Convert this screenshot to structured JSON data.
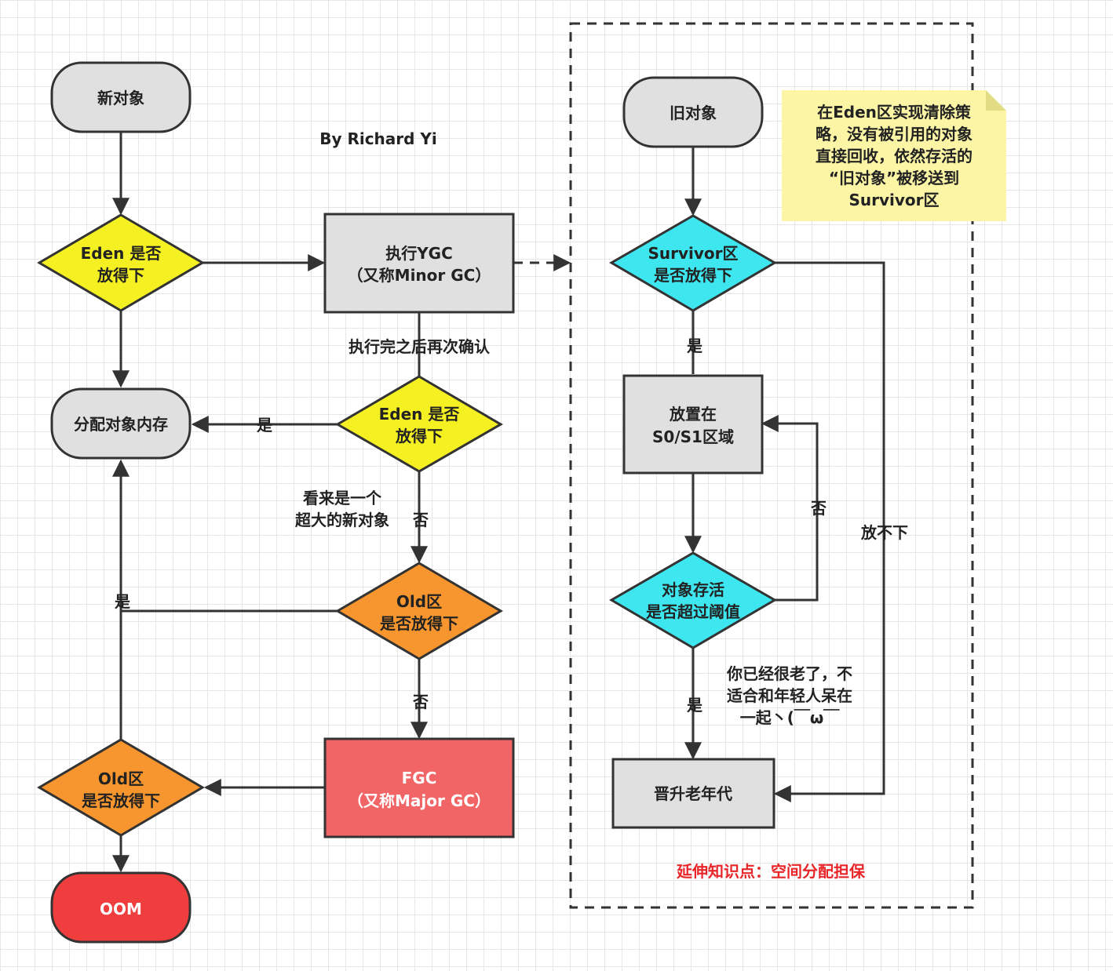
{
  "colors": {
    "terminal": "#e0e0e0",
    "process": "#e0e0e0",
    "diamond_eden": "#f5f021",
    "diamond_old": "#f7962e",
    "diamond_survivor": "#3ee6ef",
    "fgc": "#f26567",
    "oom": "#f03e3e",
    "note": "#fbf5a5",
    "note_fold": "#e2dc83",
    "accent_red": "#e8262a"
  },
  "author": "By Richard  Yi",
  "nodes": {
    "new_object": "新对象",
    "eden_check_1": [
      "Eden 是否",
      "放得下"
    ],
    "allocate_memory": "分配对象内存",
    "ygc": [
      "执行YGC",
      "（又称Minor GC）"
    ],
    "eden_check_2": [
      "Eden 是否",
      "放得下"
    ],
    "old_check_1": [
      "Old区",
      "是否放得下"
    ],
    "fgc": [
      "FGC",
      "（又称Major GC）"
    ],
    "old_check_2": [
      "Old区",
      "是否放得下"
    ],
    "oom": "OOM",
    "old_object": "旧对象",
    "survivor_check": [
      "Survivor区",
      "是否放得下"
    ],
    "place_s0s1": [
      "放置在",
      "S0/S1区域"
    ],
    "age_check": [
      "对象存活",
      "是否超过阈值"
    ],
    "promote": "晋升老年代"
  },
  "edge_labels": {
    "recheck": "执行完之后再次确认",
    "yes_allocate": "是",
    "huge_object": [
      "看来是一个",
      "超大的新对象"
    ],
    "no_eden2": "否",
    "yes_old1": "是",
    "no_old1": "否",
    "yes_survivor": "是",
    "no_age": "否",
    "cannot_fit": "放不下",
    "yes_age": "是",
    "too_old": [
      "你已经很老了，不",
      "适合和年轻人呆在",
      "一起丶(￣ω￣"
    ]
  },
  "note": [
    "在Eden区实现清除策",
    "略，没有被引用的对象",
    "直接回收，依然存活的",
    "“旧对象”被移送到",
    "Survivor区"
  ],
  "footer_note": "延伸知识点：空间分配担保"
}
